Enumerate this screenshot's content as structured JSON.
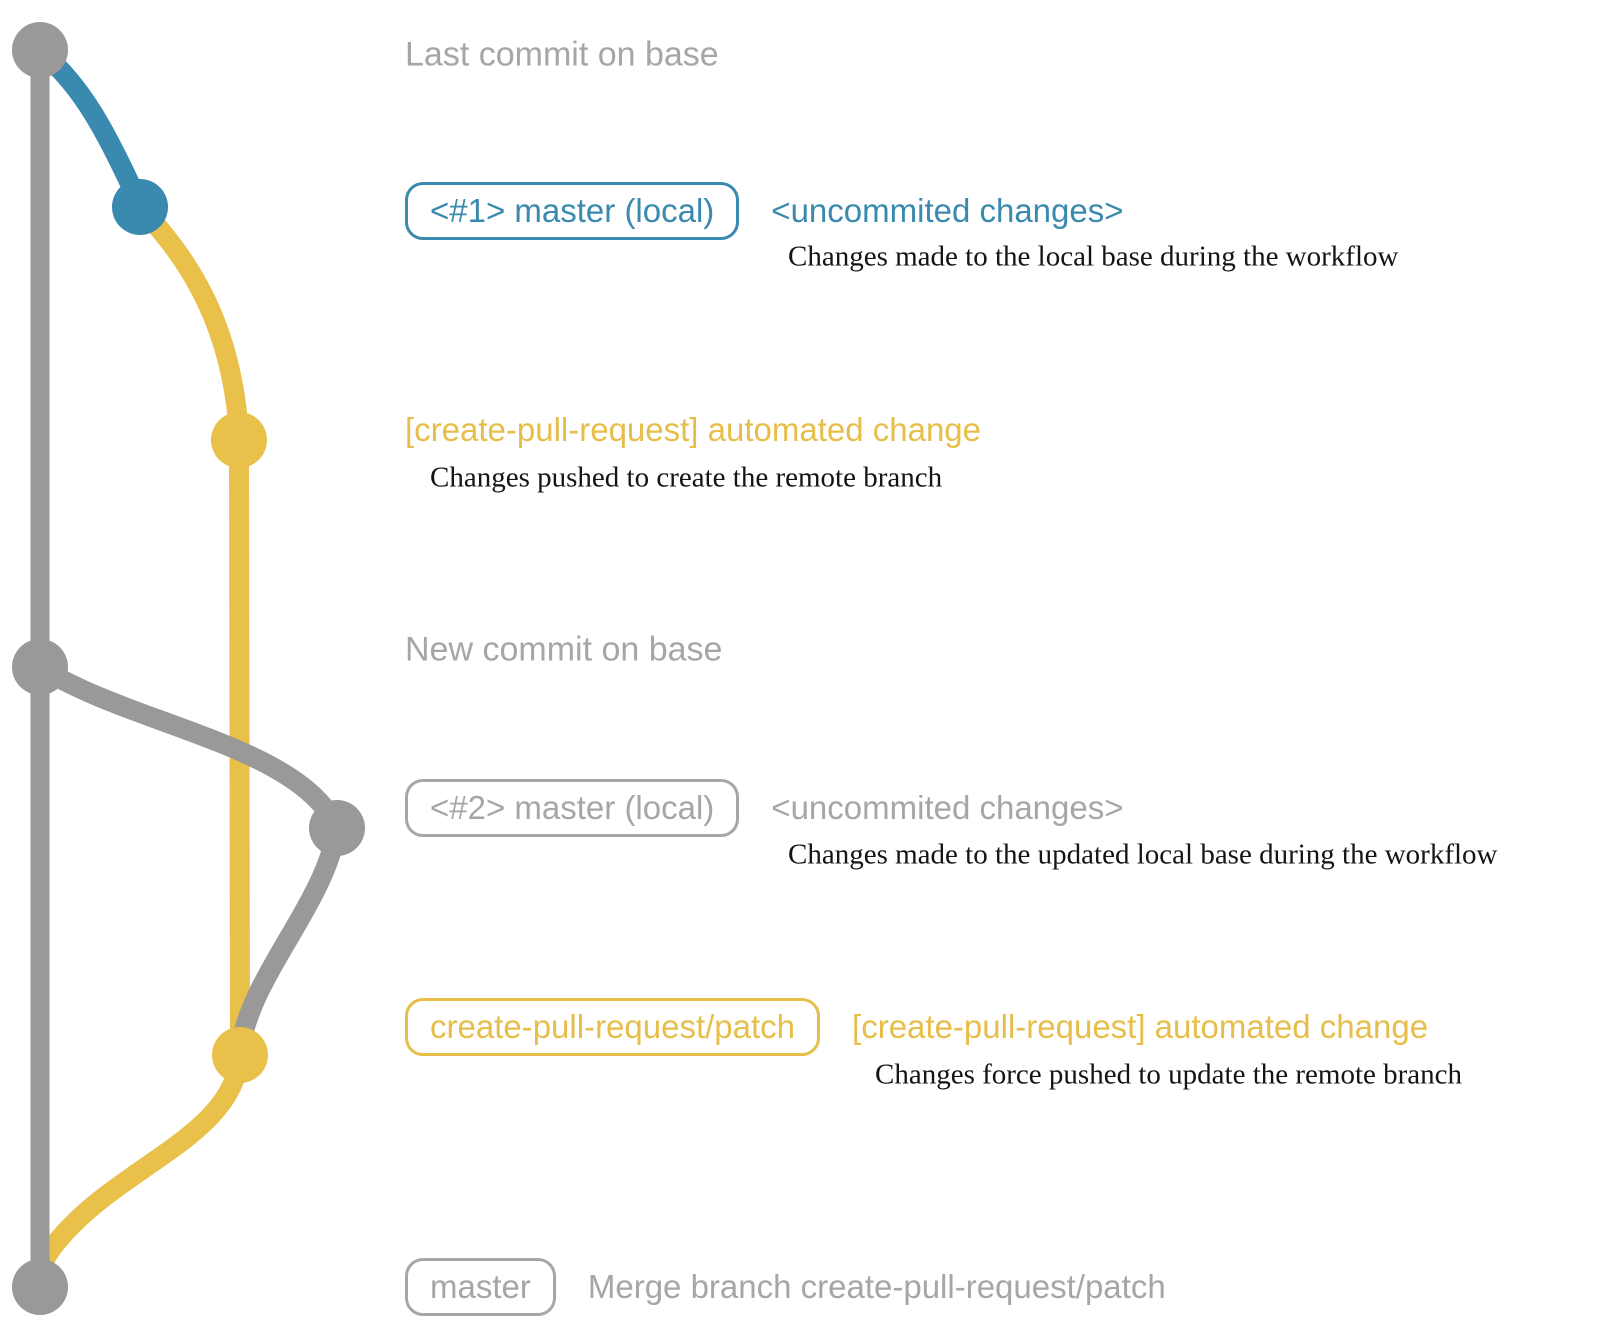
{
  "palette": {
    "gray": "#9a9998",
    "gray_text": "#a6a6a6",
    "blue": "#3a89ae",
    "yellow": "#e8c04a",
    "ink": "#141414"
  },
  "graph": {
    "strands": [
      {
        "name": "base-master",
        "color_key": "gray"
      },
      {
        "name": "local-master",
        "color_key": "blue"
      },
      {
        "name": "create-pull-request-patch",
        "color_key": "yellow"
      }
    ],
    "commit_dot_colors": [
      "gray",
      "blue",
      "yellow",
      "gray",
      "gray",
      "yellow",
      "gray"
    ]
  },
  "rows": [
    {
      "label": "Last commit on base"
    },
    {
      "tag": "<#1> master (local)",
      "message": "<uncommited changes>",
      "description": "Changes made to the local base during the workflow"
    },
    {
      "message": "[create-pull-request] automated change",
      "description": "Changes pushed to create the remote branch"
    },
    {
      "label": "New commit on base"
    },
    {
      "tag": "<#2> master (local)",
      "message": "<uncommited changes>",
      "description": "Changes made to the updated local base during the workflow"
    },
    {
      "tag": "create-pull-request/patch",
      "message": "[create-pull-request] automated change",
      "description": "Changes force pushed to update the remote branch"
    },
    {
      "tag": "master",
      "message": "Merge branch create-pull-request/patch"
    }
  ]
}
